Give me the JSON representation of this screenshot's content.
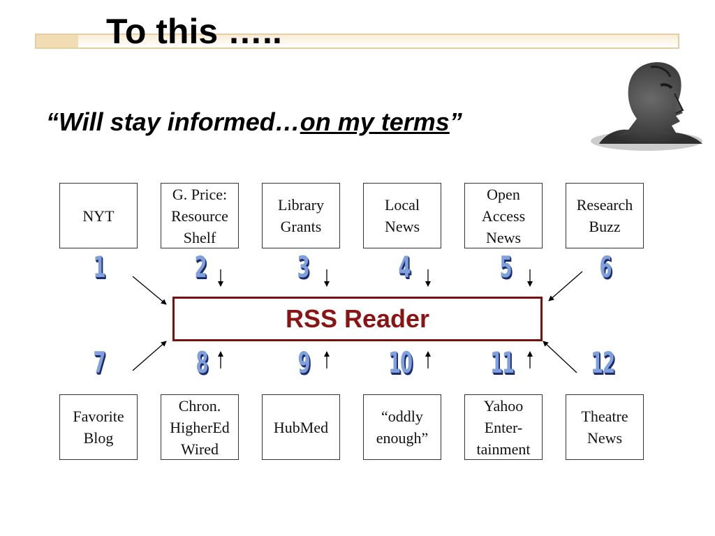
{
  "slide": {
    "title": "To this …..",
    "quote_open": "“Will stay informed…",
    "quote_underlined": "on my terms",
    "quote_close": "”"
  },
  "reader": {
    "label": "RSS Reader"
  },
  "top_sources": [
    {
      "number": "1",
      "label": "NYT"
    },
    {
      "number": "2",
      "label": "G. Price:\nResource\nShelf"
    },
    {
      "number": "3",
      "label": "Library\nGrants"
    },
    {
      "number": "4",
      "label": "Local\nNews"
    },
    {
      "number": "5",
      "label": "Open\nAccess\nNews"
    },
    {
      "number": "6",
      "label": "Research\nBuzz"
    }
  ],
  "bottom_sources": [
    {
      "number": "7",
      "label": "Favorite\nBlog"
    },
    {
      "number": "8",
      "label": "Chron.\nHigherEd\nWired"
    },
    {
      "number": "9",
      "label": "HubMed"
    },
    {
      "number": "10",
      "label": "“oddly\nenough”"
    },
    {
      "number": "11",
      "label": "Yahoo\nEnter-\ntainment"
    },
    {
      "number": "12",
      "label": "Theatre\nNews"
    }
  ],
  "colors": {
    "reader_border": "#7a1010",
    "reader_text": "#8a1414",
    "number_fill": "#7fa0dd",
    "number_shadow": "#1a2a6c",
    "header_bar": "#e3cfa3"
  },
  "images": {
    "moai": "moai-statue-illustration"
  }
}
